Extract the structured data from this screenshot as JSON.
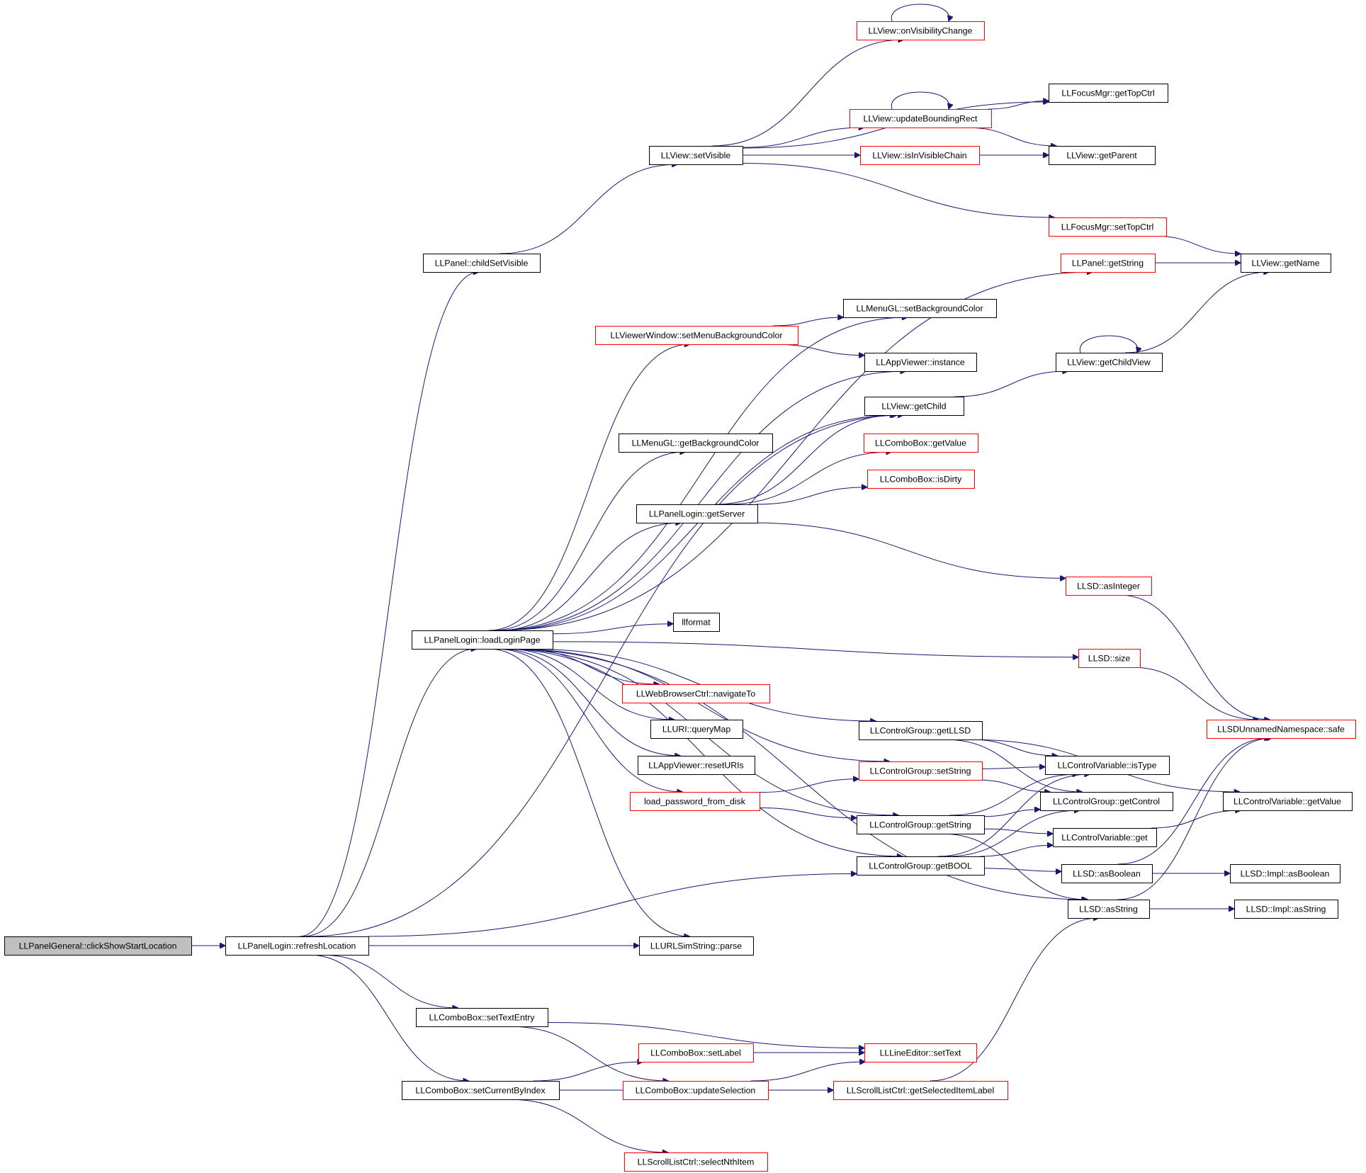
{
  "colors": {
    "edge": "#191970",
    "border_default": "#000000",
    "border_truncated": "#ff0000",
    "root_fill": "#bfbfbf",
    "node_fill": "#ffffff"
  },
  "nodes": [
    {
      "id": "clickShowStartLocation",
      "label": "LLPanelGeneral::clickShowStartLocation",
      "style": "root"
    },
    {
      "id": "refreshLocation",
      "label": "LLPanelLogin::refreshLocation",
      "style": "normal"
    },
    {
      "id": "childSetVisible",
      "label": "LLPanel::childSetVisible",
      "style": "normal"
    },
    {
      "id": "setVisible",
      "label": "LLView::setVisible",
      "style": "normal"
    },
    {
      "id": "onVisibilityChange",
      "label": "LLView::onVisibilityChange",
      "style": "truncated"
    },
    {
      "id": "getTopCtrl",
      "label": "LLFocusMgr::getTopCtrl",
      "style": "normal"
    },
    {
      "id": "updateBoundingRect",
      "label": "LLView::updateBoundingRect",
      "style": "truncated"
    },
    {
      "id": "isInVisibleChain",
      "label": "LLView::isInVisibleChain",
      "style": "truncated"
    },
    {
      "id": "getParent",
      "label": "LLView::getParent",
      "style": "normal"
    },
    {
      "id": "setTopCtrl",
      "label": "LLFocusMgr::setTopCtrl",
      "style": "truncated"
    },
    {
      "id": "panelGetString",
      "label": "LLPanel::getString",
      "style": "truncated"
    },
    {
      "id": "getName",
      "label": "LLView::getName",
      "style": "normal"
    },
    {
      "id": "setBackgroundColor",
      "label": "LLMenuGL::setBackgroundColor",
      "style": "normal"
    },
    {
      "id": "setMenuBackgroundColor",
      "label": "LLViewerWindow::setMenuBackgroundColor",
      "style": "truncated"
    },
    {
      "id": "appInstance",
      "label": "LLAppViewer::instance",
      "style": "normal"
    },
    {
      "id": "getChildView",
      "label": "LLView::getChildView",
      "style": "normal"
    },
    {
      "id": "getChild",
      "label": "LLView::getChild",
      "style": "normal"
    },
    {
      "id": "getBackgroundColor",
      "label": "LLMenuGL::getBackgroundColor",
      "style": "normal"
    },
    {
      "id": "comboGetValue",
      "label": "LLComboBox::getValue",
      "style": "truncated"
    },
    {
      "id": "isDirty",
      "label": "LLComboBox::isDirty",
      "style": "truncated"
    },
    {
      "id": "getServer",
      "label": "LLPanelLogin::getServer",
      "style": "normal"
    },
    {
      "id": "asInteger",
      "label": "LLSD::asInteger",
      "style": "truncated"
    },
    {
      "id": "llformat",
      "label": "llformat",
      "style": "normal"
    },
    {
      "id": "loadLoginPage",
      "label": "LLPanelLogin::loadLoginPage",
      "style": "normal"
    },
    {
      "id": "llsdSize",
      "label": "LLSD::size",
      "style": "truncated"
    },
    {
      "id": "navigateTo",
      "label": "LLWebBrowserCtrl::navigateTo",
      "style": "truncated"
    },
    {
      "id": "safe",
      "label": "LLSDUnnamedNamespace::safe",
      "style": "truncated"
    },
    {
      "id": "queryMap",
      "label": "LLURI::queryMap",
      "style": "normal"
    },
    {
      "id": "getLLSD",
      "label": "LLControlGroup::getLLSD",
      "style": "normal"
    },
    {
      "id": "resetURIs",
      "label": "LLAppViewer::resetURIs",
      "style": "normal"
    },
    {
      "id": "cgSetString",
      "label": "LLControlGroup::setString",
      "style": "truncated"
    },
    {
      "id": "isType",
      "label": "LLControlVariable::isType",
      "style": "normal"
    },
    {
      "id": "loadPassword",
      "label": "load_password_from_disk",
      "style": "truncated"
    },
    {
      "id": "getControl",
      "label": "LLControlGroup::getControl",
      "style": "normal"
    },
    {
      "id": "cvGetValue",
      "label": "LLControlVariable::getValue",
      "style": "normal"
    },
    {
      "id": "cgGetString",
      "label": "LLControlGroup::getString",
      "style": "normal"
    },
    {
      "id": "cvGet",
      "label": "LLControlVariable::get",
      "style": "normal"
    },
    {
      "id": "getBOOL",
      "label": "LLControlGroup::getBOOL",
      "style": "normal"
    },
    {
      "id": "asBoolean",
      "label": "LLSD::asBoolean",
      "style": "normal"
    },
    {
      "id": "implAsBoolean",
      "label": "LLSD::Impl::asBoolean",
      "style": "normal"
    },
    {
      "id": "asString",
      "label": "LLSD::asString",
      "style": "normal"
    },
    {
      "id": "implAsString",
      "label": "LLSD::Impl::asString",
      "style": "normal"
    },
    {
      "id": "parse",
      "label": "LLURLSimString::parse",
      "style": "normal"
    },
    {
      "id": "setTextEntry",
      "label": "LLComboBox::setTextEntry",
      "style": "normal"
    },
    {
      "id": "comboSetLabel",
      "label": "LLComboBox::setLabel",
      "style": "truncated"
    },
    {
      "id": "setText",
      "label": "LLLineEditor::setText",
      "style": "truncated"
    },
    {
      "id": "setCurrentByIndex",
      "label": "LLComboBox::setCurrentByIndex",
      "style": "normal"
    },
    {
      "id": "updateSelection",
      "label": "LLComboBox::updateSelection",
      "style": "truncated"
    },
    {
      "id": "getSelectedItemLabel",
      "label": "LLScrollListCtrl::getSelectedItemLabel",
      "style": "truncated"
    },
    {
      "id": "selectNthItem",
      "label": "LLScrollListCtrl::selectNthItem",
      "style": "truncated"
    }
  ],
  "edges": [
    [
      "clickShowStartLocation",
      "refreshLocation"
    ],
    [
      "refreshLocation",
      "childSetVisible"
    ],
    [
      "refreshLocation",
      "loadLoginPage"
    ],
    [
      "refreshLocation",
      "getChild"
    ],
    [
      "refreshLocation",
      "parse"
    ],
    [
      "refreshLocation",
      "getBOOL"
    ],
    [
      "refreshLocation",
      "setTextEntry"
    ],
    [
      "refreshLocation",
      "setCurrentByIndex"
    ],
    [
      "childSetVisible",
      "setVisible"
    ],
    [
      "setVisible",
      "onVisibilityChange"
    ],
    [
      "setVisible",
      "getTopCtrl"
    ],
    [
      "setVisible",
      "updateBoundingRect"
    ],
    [
      "setVisible",
      "isInVisibleChain"
    ],
    [
      "setVisible",
      "getParent"
    ],
    [
      "setVisible",
      "setTopCtrl"
    ],
    [
      "onVisibilityChange",
      "onVisibilityChange"
    ],
    [
      "updateBoundingRect",
      "updateBoundingRect"
    ],
    [
      "updateBoundingRect",
      "getTopCtrl"
    ],
    [
      "updateBoundingRect",
      "getParent"
    ],
    [
      "isInVisibleChain",
      "getParent"
    ],
    [
      "setTopCtrl",
      "getName"
    ],
    [
      "panelGetString",
      "getName"
    ],
    [
      "getChildView",
      "getChildView"
    ],
    [
      "getChildView",
      "getName"
    ],
    [
      "getChild",
      "getChildView"
    ],
    [
      "setMenuBackgroundColor",
      "setBackgroundColor"
    ],
    [
      "setMenuBackgroundColor",
      "appInstance"
    ],
    [
      "loadLoginPage",
      "panelGetString"
    ],
    [
      "loadLoginPage",
      "setBackgroundColor"
    ],
    [
      "loadLoginPage",
      "setMenuBackgroundColor"
    ],
    [
      "loadLoginPage",
      "appInstance"
    ],
    [
      "loadLoginPage",
      "getChild"
    ],
    [
      "loadLoginPage",
      "getBackgroundColor"
    ],
    [
      "loadLoginPage",
      "getServer"
    ],
    [
      "loadLoginPage",
      "llsdSize"
    ],
    [
      "loadLoginPage",
      "getLLSD"
    ],
    [
      "loadLoginPage",
      "llformat"
    ],
    [
      "loadLoginPage",
      "cgSetString"
    ],
    [
      "loadLoginPage",
      "navigateTo"
    ],
    [
      "loadLoginPage",
      "queryMap"
    ],
    [
      "loadLoginPage",
      "resetURIs"
    ],
    [
      "loadLoginPage",
      "loadPassword"
    ],
    [
      "loadLoginPage",
      "cgGetString"
    ],
    [
      "loadLoginPage",
      "getBOOL"
    ],
    [
      "loadLoginPage",
      "asString"
    ],
    [
      "loadLoginPage",
      "parse"
    ],
    [
      "getServer",
      "getChild"
    ],
    [
      "getServer",
      "comboGetValue"
    ],
    [
      "getServer",
      "isDirty"
    ],
    [
      "getServer",
      "asInteger"
    ],
    [
      "asInteger",
      "safe"
    ],
    [
      "llsdSize",
      "safe"
    ],
    [
      "getLLSD",
      "isType"
    ],
    [
      "getLLSD",
      "getControl"
    ],
    [
      "getLLSD",
      "cvGetValue"
    ],
    [
      "cgSetString",
      "isType"
    ],
    [
      "cgSetString",
      "getControl"
    ],
    [
      "loadPassword",
      "cgSetString"
    ],
    [
      "loadPassword",
      "cgGetString"
    ],
    [
      "cgGetString",
      "isType"
    ],
    [
      "cgGetString",
      "getControl"
    ],
    [
      "cgGetString",
      "cvGet"
    ],
    [
      "cgGetString",
      "asString"
    ],
    [
      "getBOOL",
      "isType"
    ],
    [
      "getBOOL",
      "getControl"
    ],
    [
      "getBOOL",
      "cvGet"
    ],
    [
      "getBOOL",
      "asBoolean"
    ],
    [
      "cvGet",
      "cvGetValue"
    ],
    [
      "asBoolean",
      "implAsBoolean"
    ],
    [
      "asBoolean",
      "safe"
    ],
    [
      "asString",
      "implAsString"
    ],
    [
      "asString",
      "safe"
    ],
    [
      "setTextEntry",
      "setText"
    ],
    [
      "setTextEntry",
      "updateSelection"
    ],
    [
      "comboSetLabel",
      "setText"
    ],
    [
      "updateSelection",
      "setText"
    ],
    [
      "updateSelection",
      "getSelectedItemLabel"
    ],
    [
      "setCurrentByIndex",
      "comboSetLabel"
    ],
    [
      "setCurrentByIndex",
      "getSelectedItemLabel"
    ],
    [
      "setCurrentByIndex",
      "selectNthItem"
    ],
    [
      "getSelectedItemLabel",
      "asString"
    ]
  ]
}
